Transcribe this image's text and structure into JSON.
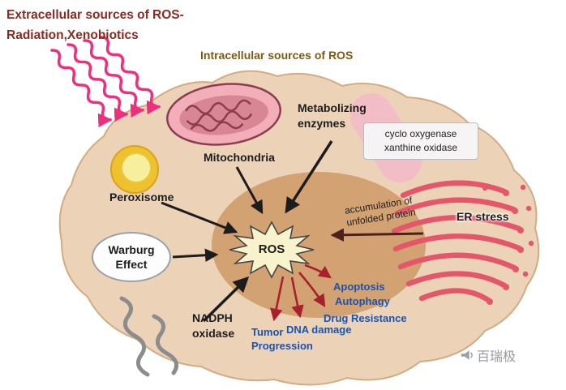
{
  "colors": {
    "title_red": "#8a2a20",
    "intracellular_brown": "#7b5b16",
    "outcome_blue": "#1a53ae",
    "arrow_red": "#a8202c",
    "radiation_pink": "#ee2f7d",
    "cell_fill": "#ecd3b8",
    "nucleus_fill": "#d3a273",
    "er_red": "#e4576b",
    "peroxisome_yellow": "#efc12f",
    "mitochondria_pink": "#f2aeb9"
  },
  "headers": {
    "extracellular_line1": "Extracellular sources of ROS-",
    "extracellular_line2": "Radiation,Xenobiotics",
    "intracellular": "Intracellular sources of ROS"
  },
  "cell": {
    "mitochondria": "Mitochondria",
    "peroxisome": "Peroxisome",
    "metabolizing_line1": "Metabolizing",
    "metabolizing_line2": "enzymes",
    "enzyme_box_line1": "cyclo oxygenase",
    "enzyme_box_line2": "xanthine oxidase",
    "er_stress": "ER stress",
    "accumulation_line1": "accumulation of",
    "accumulation_line2": "unfolded protein",
    "warburg_line1": "Warburg",
    "warburg_line2": "Effect",
    "nadph_line1": "NADPH",
    "nadph_line2": "oxidase",
    "ros": "ROS"
  },
  "outcomes": {
    "apoptosis": "Apoptosis",
    "autophagy": "Autophagy",
    "drug_resistance": "Drug Resistance",
    "dna_damage": "DNA damage",
    "tumor_line1": "Tumor",
    "tumor_line2": "Progression"
  },
  "watermark": {
    "text": "百瑞极"
  }
}
